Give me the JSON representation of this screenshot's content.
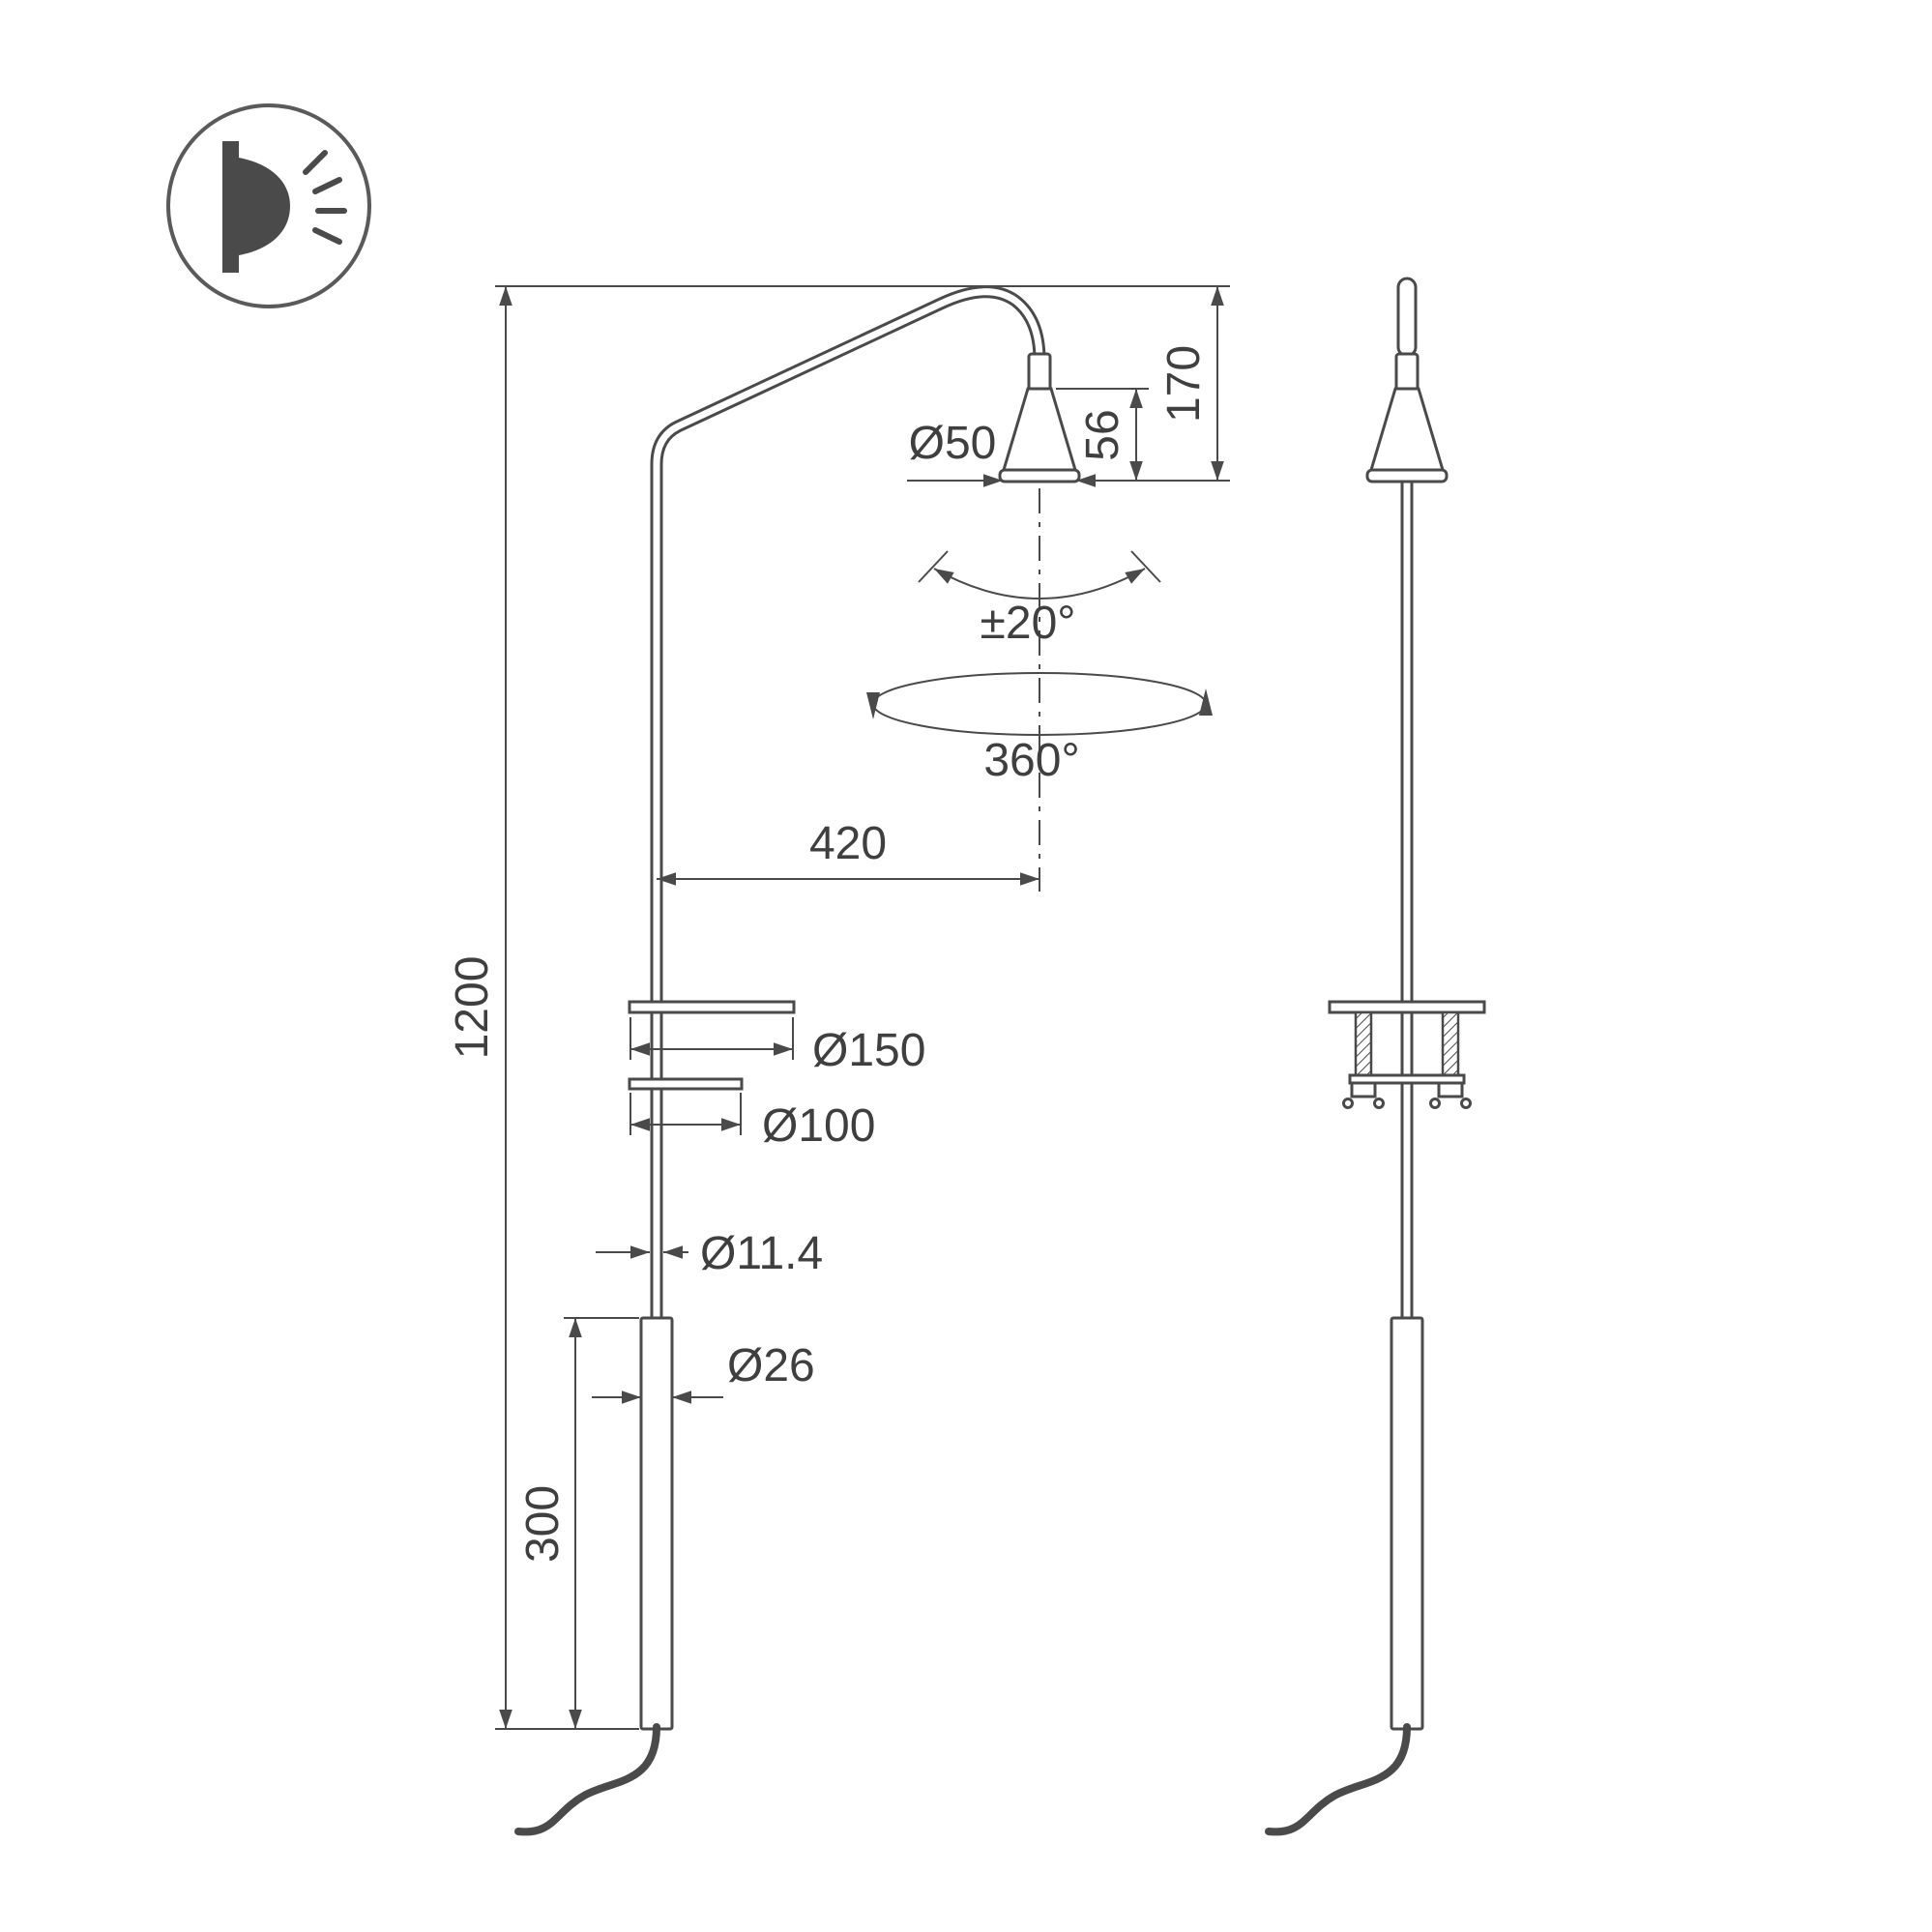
{
  "colors": {
    "background": "#ffffff",
    "line": "#4a4a4a",
    "text": "#3f3f3f"
  },
  "logo": {
    "icon": "wall-lamp-light-icon"
  },
  "dimensions": {
    "total_height": "1200",
    "lower_tube_length": "300",
    "arm_reach": "420",
    "head_to_arm_top": "170",
    "head_height": "56",
    "head_diameter": "Ø50",
    "large_plate_diameter": "Ø150",
    "small_plate_diameter": "Ø100",
    "pole_diameter": "Ø11.4",
    "lower_tube_diameter": "Ø26",
    "tilt_angle": "±20°",
    "rotation_angle": "360°"
  }
}
